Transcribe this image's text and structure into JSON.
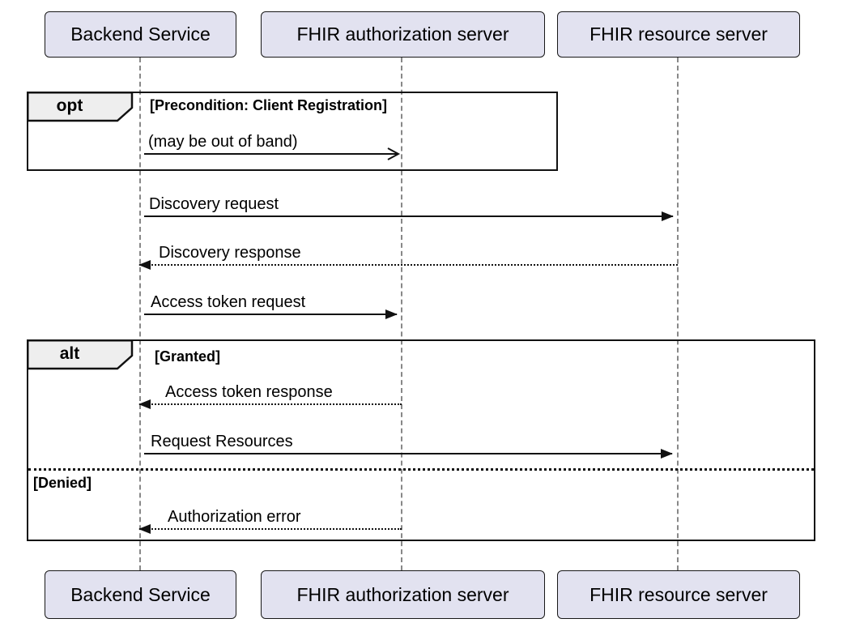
{
  "diagram_type": "uml-sequence-diagram",
  "participants": [
    {
      "name": "Backend Service"
    },
    {
      "name": "FHIR authorization server"
    },
    {
      "name": "FHIR resource server"
    }
  ],
  "fragments": {
    "opt": {
      "operator": "opt",
      "guard": "[Precondition: Client Registration]"
    },
    "alt": {
      "operator": "alt",
      "guards": [
        "[Granted]",
        "[Denied]"
      ]
    }
  },
  "messages": [
    {
      "label": "(may be out of band)",
      "from": "Backend Service",
      "to": "FHIR authorization server",
      "line": "solid",
      "arrow": "open"
    },
    {
      "label": "Discovery request",
      "from": "Backend Service",
      "to": "FHIR resource server",
      "line": "solid",
      "arrow": "filled"
    },
    {
      "label": "Discovery response",
      "from": "FHIR resource server",
      "to": "Backend Service",
      "line": "dotted",
      "arrow": "filled"
    },
    {
      "label": "Access token request",
      "from": "Backend Service",
      "to": "FHIR authorization server",
      "line": "solid",
      "arrow": "filled"
    },
    {
      "label": "Access token response",
      "from": "FHIR authorization server",
      "to": "Backend Service",
      "line": "dotted",
      "arrow": "filled"
    },
    {
      "label": "Request Resources",
      "from": "Backend Service",
      "to": "FHIR resource server",
      "line": "solid",
      "arrow": "filled"
    },
    {
      "label": "Authorization error",
      "from": "FHIR authorization server",
      "to": "Backend Service",
      "line": "dotted",
      "arrow": "filled"
    }
  ],
  "colors": {
    "participant_fill": "#E2E2F0",
    "participant_border": "#181818",
    "fragment_border": "#111111",
    "fragment_label_fill": "#EEEEEE",
    "message_line": "#111111",
    "lifeline": "#888888",
    "background": "#FFFFFF"
  }
}
